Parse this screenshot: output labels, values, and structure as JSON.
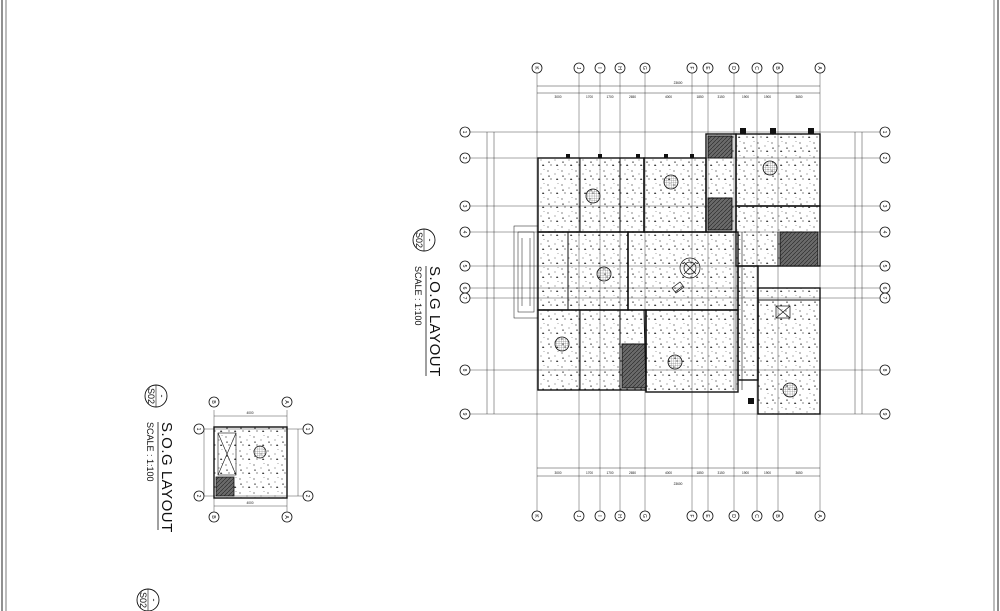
{
  "sheet": {
    "views": [
      {
        "id": "main",
        "number": "-",
        "sheet": "S02",
        "title": "S.O.G LAYOUT",
        "scale": "SCALE : 1:100"
      },
      {
        "id": "small",
        "number": "-",
        "sheet": "S02",
        "title": "S.O.G LAYOUT",
        "scale": "SCALE : 1:100"
      },
      {
        "id": "partial",
        "number": "-",
        "sheet": "S02"
      }
    ]
  },
  "main_plan": {
    "grid_columns": [
      "K",
      "J",
      "I",
      "H",
      "G",
      "F",
      "E",
      "D",
      "C",
      "B",
      "A"
    ],
    "grid_rows": [
      "1",
      "2",
      "3",
      "4",
      "5",
      "6",
      "7",
      "8",
      "9"
    ],
    "top_dims": [
      "3000",
      "1700",
      "1700",
      "2650",
      "4000",
      "1850",
      "3150",
      "1900",
      "1900",
      "3650"
    ],
    "overall_dim": "23600"
  },
  "small_plan": {
    "grid_columns": [
      "B",
      "A"
    ],
    "grid_rows": [
      "1",
      "2"
    ],
    "top_dim": "4000",
    "bottom_dim": "4000"
  },
  "colors": {
    "ink": "#111111",
    "fill_hatch": "#555555",
    "border": "#222222"
  }
}
